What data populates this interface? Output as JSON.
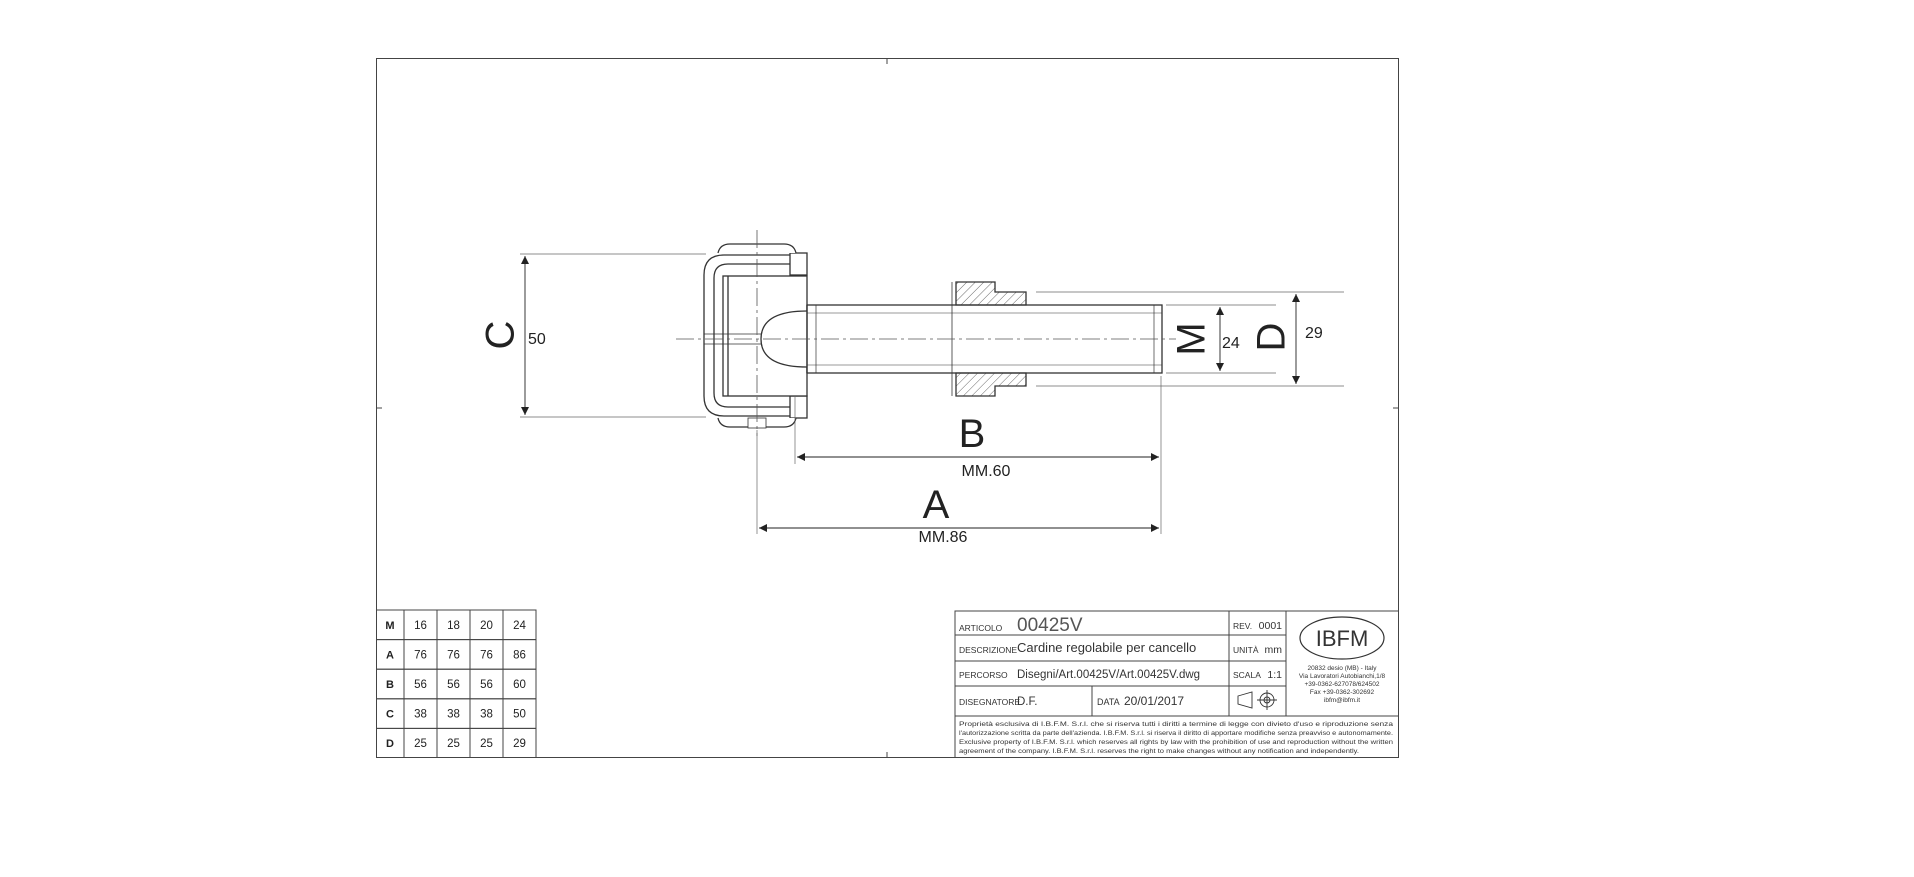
{
  "dimensions": {
    "C": {
      "letter": "C",
      "value": "50"
    },
    "B": {
      "letter": "B",
      "value": "MM.60"
    },
    "A": {
      "letter": "A",
      "value": "MM.86"
    },
    "M": {
      "letter": "M",
      "value": "24"
    },
    "D": {
      "letter": "D",
      "value": "29"
    }
  },
  "size_table": {
    "rows": [
      {
        "label": "M",
        "values": [
          "16",
          "18",
          "20",
          "24"
        ]
      },
      {
        "label": "A",
        "values": [
          "76",
          "76",
          "76",
          "86"
        ]
      },
      {
        "label": "B",
        "values": [
          "56",
          "56",
          "56",
          "60"
        ]
      },
      {
        "label": "C",
        "values": [
          "38",
          "38",
          "38",
          "50"
        ]
      },
      {
        "label": "D",
        "values": [
          "25",
          "25",
          "25",
          "29"
        ]
      }
    ]
  },
  "title_block": {
    "articolo_label": "ARTICOLO",
    "articolo_value": "00425V",
    "descrizione_label": "DESCRIZIONE",
    "descrizione_value": "Cardine regolabile per cancello",
    "percorso_label": "PERCORSO",
    "percorso_value": "Disegni/Art.00425V/Art.00425V.dwg",
    "disegnatore_label": "DISEGNATORE",
    "disegnatore_value": "D.F.",
    "data_label": "DATA",
    "data_value": "20/01/2017",
    "rev_label": "REV.",
    "rev_value": "0001",
    "unita_label": "UNITÀ",
    "unita_value": "mm",
    "scala_label": "SCALA",
    "scala_value": "1:1",
    "logo_text": "IBFM",
    "address_lines": [
      "20832 desio (MB) - Italy",
      "Via Lavoratori Autobianchi,1/8",
      "+39-0362-627078/624502",
      "Fax +39-0362-302692",
      "ibfm@ibfm.it"
    ],
    "disclaimer_lines": [
      "Proprietà esclusiva di I.B.F.M. S.r.l. che si riserva tutti i diritti a termine di legge con divieto d'uso e riproduzione senza",
      "l'autorizzazione scritta da parte dell'azienda. I.B.F.M. S.r.l. si riserva il diritto di apportare modifiche senza preavviso e autonomamente.",
      "Exclusive property of I.B.F.M. S.r.l. which reserves all rights by law with the prohibition of use and reproduction without the written",
      "agreement of the company. I.B.F.M. S.r.l. reserves the right to make changes without any notification and independently."
    ]
  }
}
